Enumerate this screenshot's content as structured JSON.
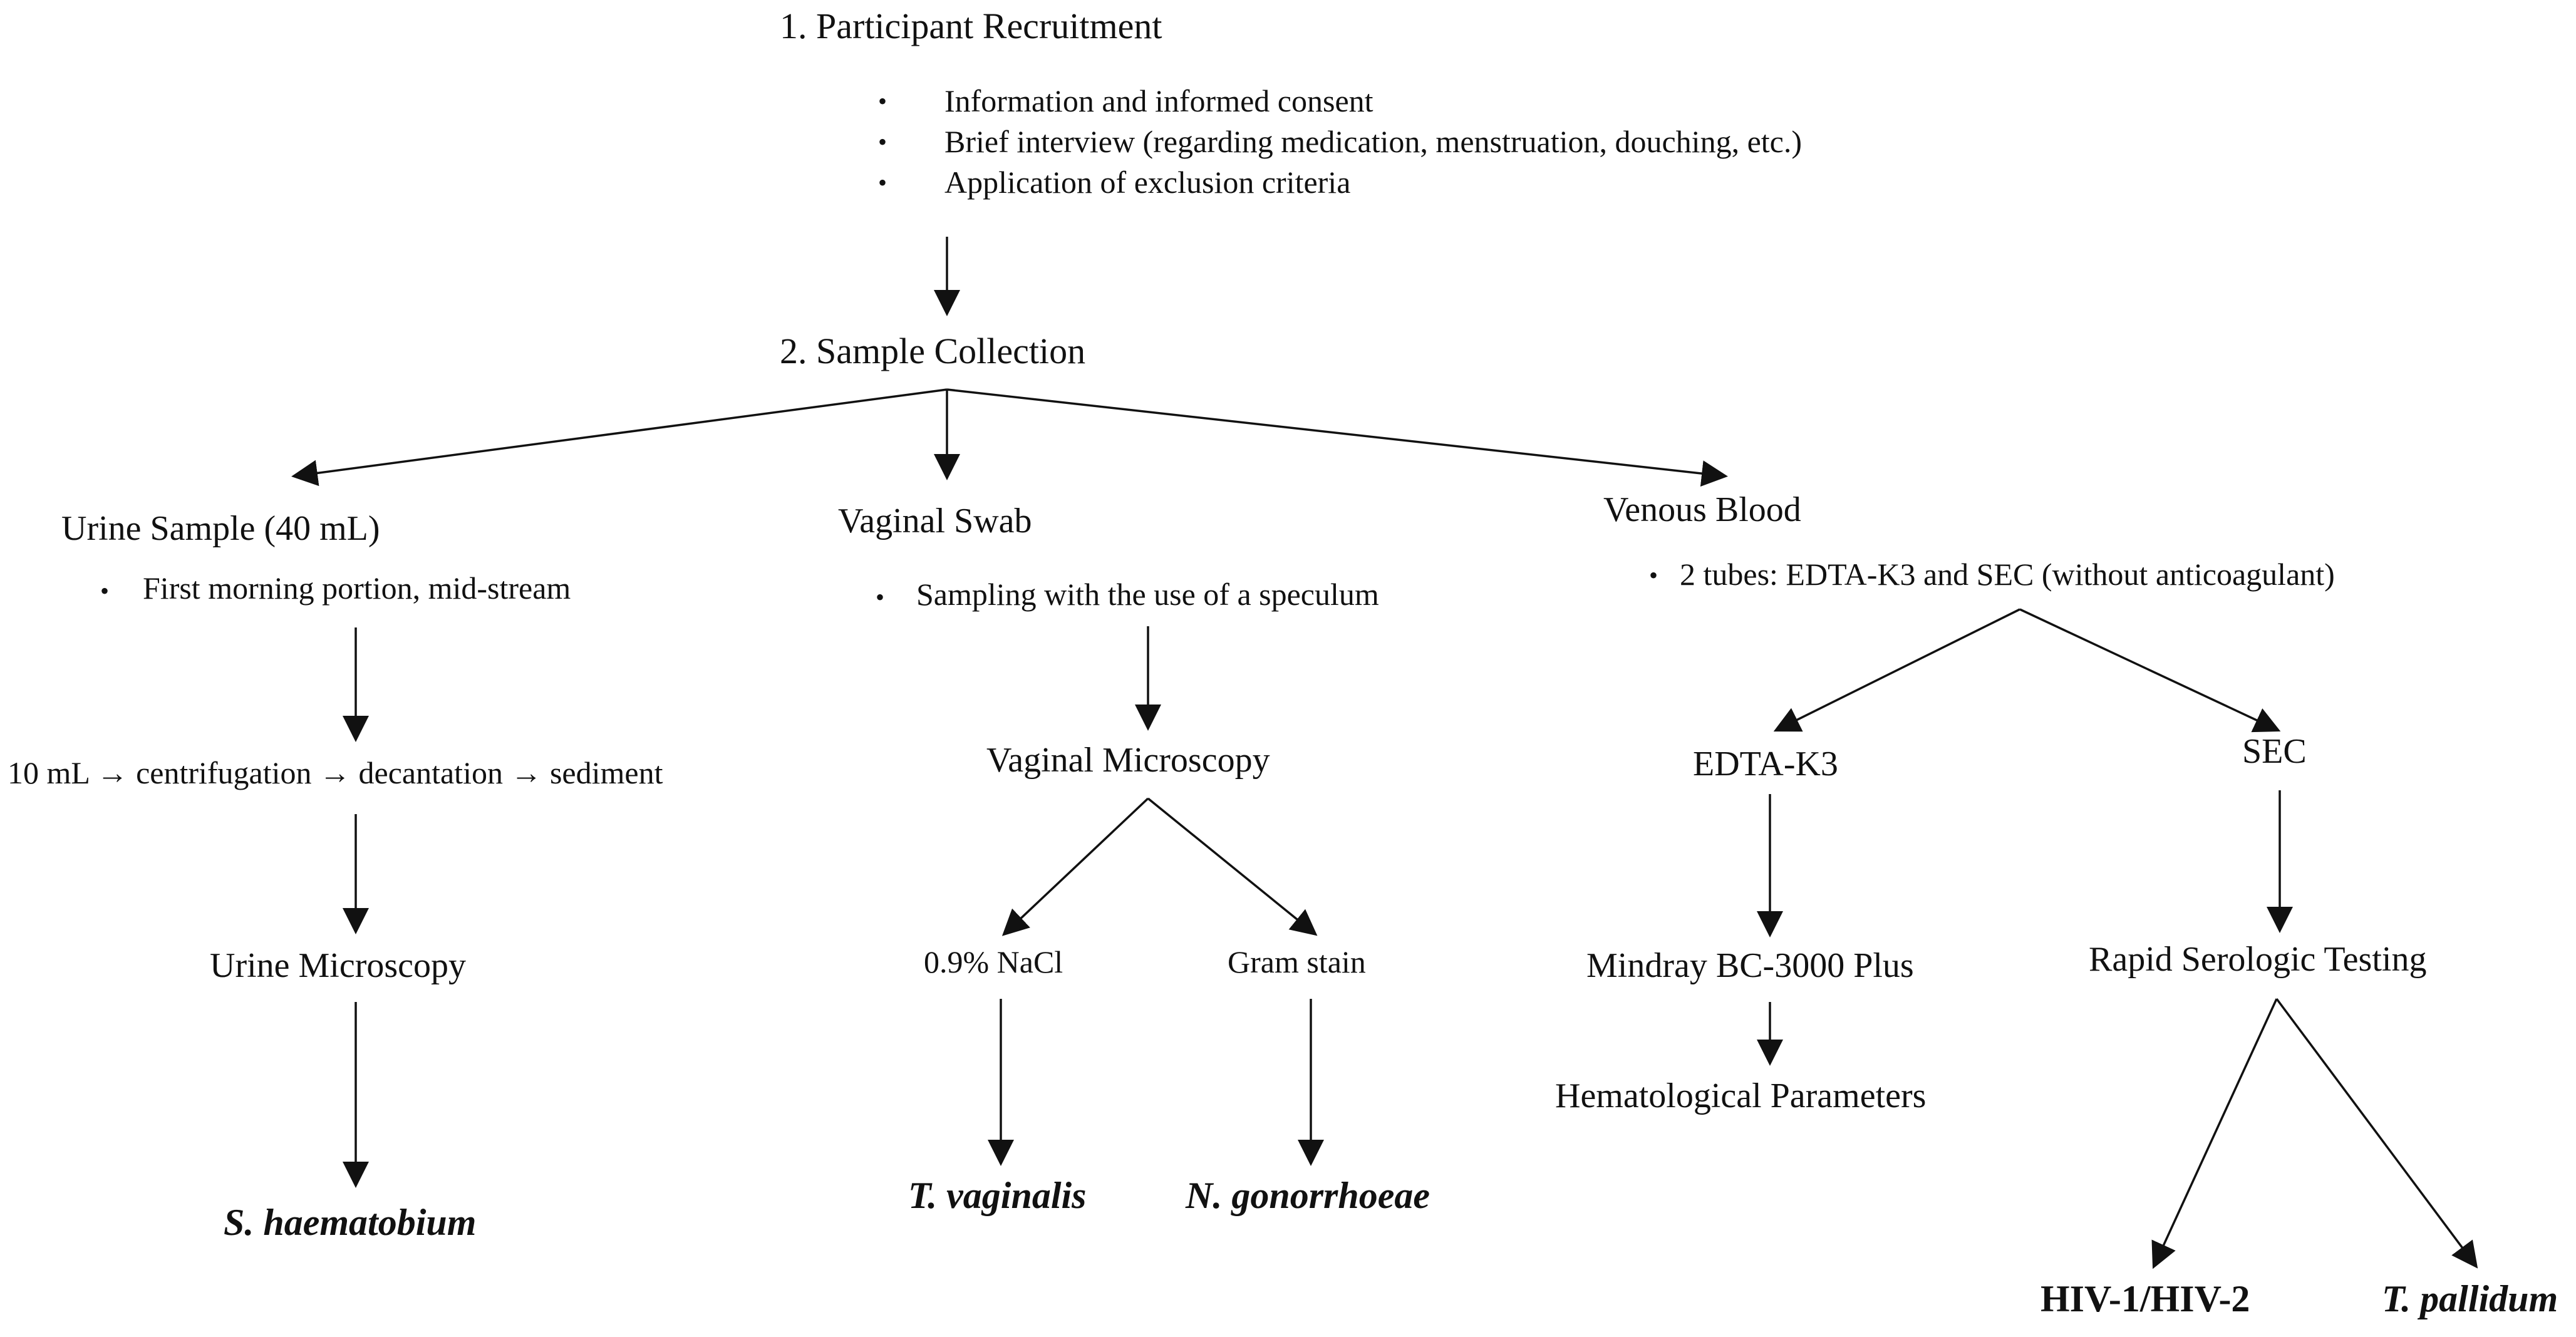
{
  "step1": {
    "title": "1. Participant Recruitment",
    "bullets": [
      "Information and informed consent",
      "Brief interview (regarding medication, menstruation, douching, etc.)",
      "Application of exclusion criteria"
    ]
  },
  "step2": {
    "title": "2. Sample Collection"
  },
  "urine": {
    "title": "Urine Sample (40 mL)",
    "bullet": "First morning portion, mid-stream",
    "process": "10 mL → centrifugation → decantation → sediment",
    "method": "Urine Microscopy",
    "result": "S. haematobium"
  },
  "vaginal": {
    "title": "Vaginal Swab",
    "bullet": "Sampling with the use of a speculum",
    "method": "Vaginal Microscopy",
    "branches": [
      {
        "label": "0.9% NaCl",
        "result": "T. vaginalis"
      },
      {
        "label": "Gram stain",
        "result": "N. gonorrhoeae"
      }
    ]
  },
  "blood": {
    "title": "Venous Blood",
    "bullet": "2 tubes: EDTA-K3 and SEC (without anticoagulant)",
    "edta": {
      "label": "EDTA-K3",
      "device": "Mindray BC-3000 Plus",
      "result": "Hematological Parameters"
    },
    "sec": {
      "label": "SEC",
      "method": "Rapid Serologic Testing",
      "results": [
        "HIV-1/HIV-2",
        "T. pallidum"
      ]
    }
  },
  "colors": {
    "ink": "#111111",
    "background": "#ffffff"
  }
}
